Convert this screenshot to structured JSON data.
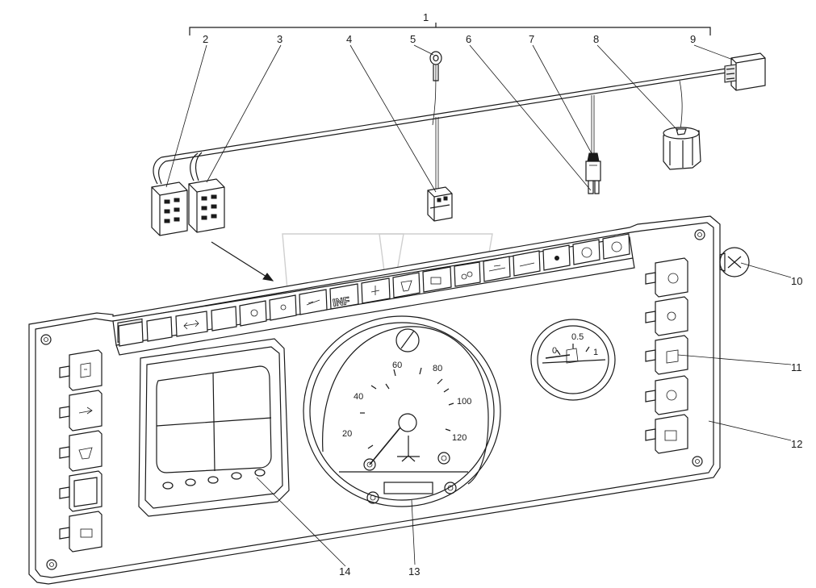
{
  "callouts": {
    "c1": "1",
    "c2": "2",
    "c3": "3",
    "c4": "4",
    "c5": "5",
    "c6": "6",
    "c7": "7",
    "c8": "8",
    "c9": "9",
    "c10": "10",
    "c11": "11",
    "c12": "12",
    "c13": "13",
    "c14": "14"
  },
  "speedometer": {
    "s20": "20",
    "s40": "40",
    "s60": "60",
    "s80": "80",
    "s100": "100",
    "s120": "120"
  },
  "fuel_gauge": {
    "zero": "0",
    "half": "0.5",
    "one": "1"
  },
  "switch_text": {
    "info": "INF"
  }
}
